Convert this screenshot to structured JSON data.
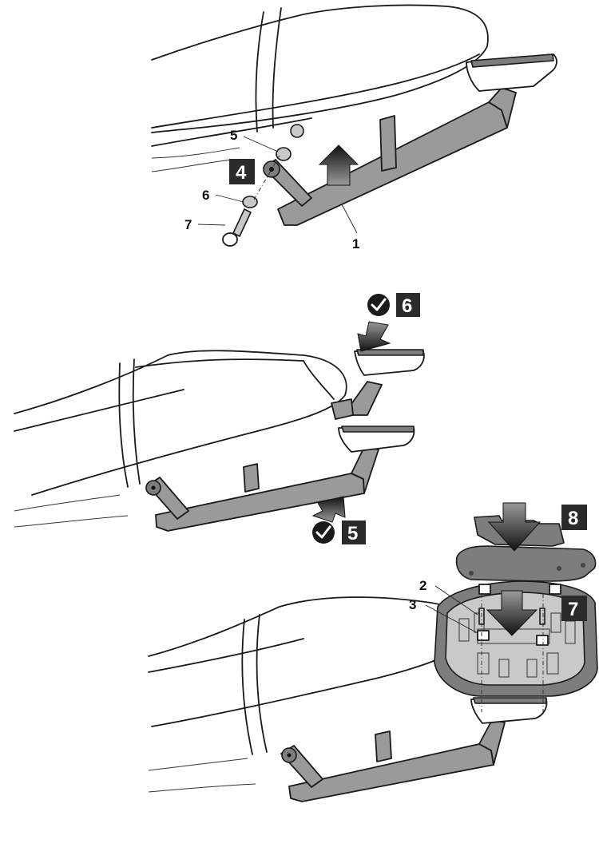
{
  "labels": {
    "part_1": "1",
    "part_2": "2",
    "part_3": "3",
    "part_5": "5",
    "part_6": "6",
    "part_7": "7"
  },
  "steps": {
    "step_4": "4",
    "step_5": "5",
    "step_6": "6",
    "step_7": "7",
    "step_8": "8"
  },
  "colors": {
    "step_box": "#2b2b2b",
    "rack_grey": "#9a9a9a",
    "arrow_dark": "#2a2a2a"
  },
  "icons": {
    "check": "check-circle-icon"
  }
}
